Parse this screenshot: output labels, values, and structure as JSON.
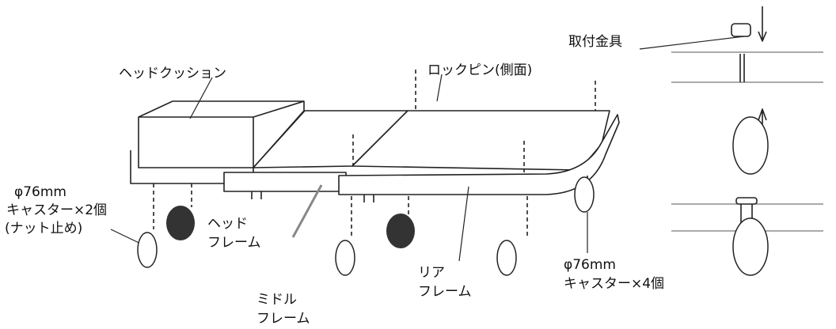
{
  "labels": {
    "head_cushion": "ヘッドクッション",
    "lock_pin": "ロックピン(側面)",
    "mount_hardware": "取付金具",
    "caster_small": [
      "φ76mm",
      "キャスター×2個",
      "(ナット止め)"
    ],
    "head_frame": [
      "ヘッド",
      "フレーム"
    ],
    "middle_frame": [
      "ミドル",
      "フレーム"
    ],
    "rear_frame": [
      "リア",
      "フレーム"
    ],
    "caster_large": [
      "φ76mm",
      "キャスター×4個"
    ]
  },
  "colors": {
    "line": "#222222",
    "wheel": "#333333",
    "leader_gray": "#888888"
  }
}
